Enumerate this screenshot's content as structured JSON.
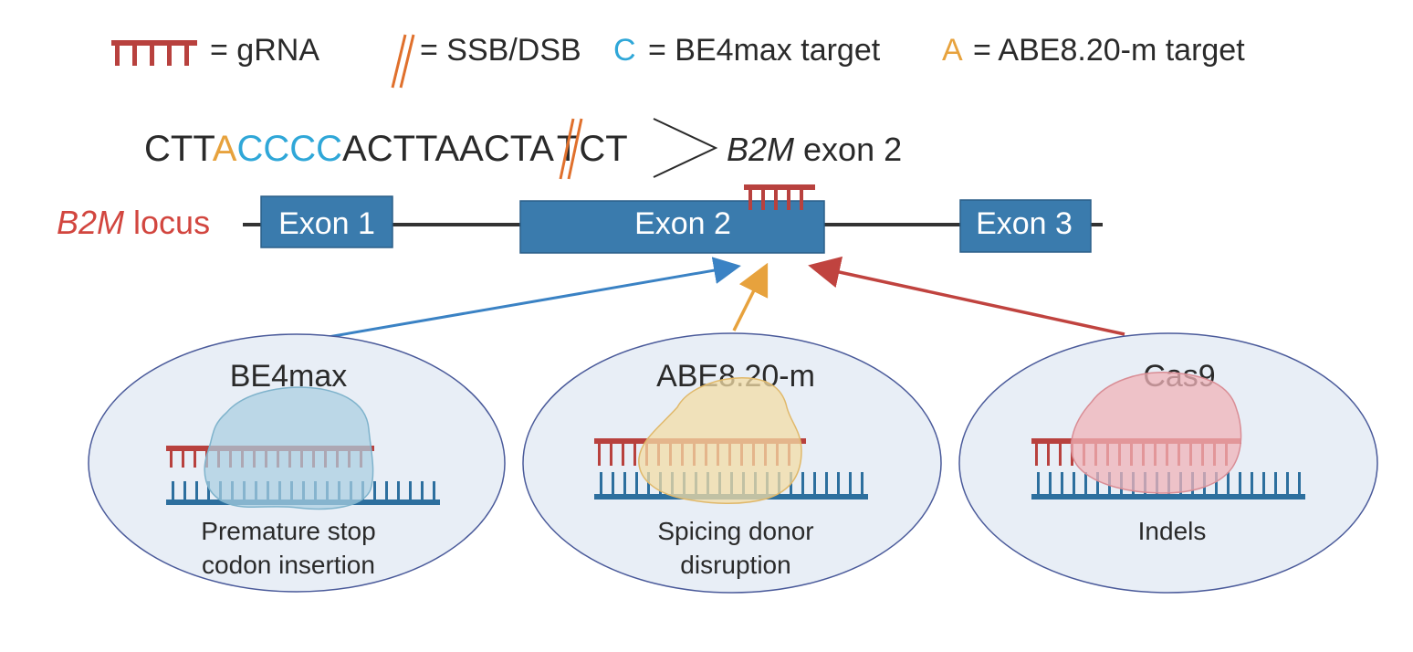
{
  "legend": {
    "grna_label": "= gRNA",
    "break_label": "= SSB/DSB",
    "c_symbol": "C",
    "c_label": "= BE4max target",
    "a_symbol": "A",
    "a_label": "= ABE8.20-m target"
  },
  "sequence": {
    "seg1": "CTT",
    "seg_a": "A",
    "seg_c": "CCCC",
    "seg2": "ACTTAACTA",
    "seg3": "TCT",
    "target_gene": "B2M",
    "target_exon": " exon 2"
  },
  "locus": {
    "gene": "B2M",
    "label": " locus",
    "exons": [
      "Exon 1",
      "Exon 2",
      "Exon 3"
    ]
  },
  "editors": [
    {
      "name": "BE4max",
      "effect_line1": "Premature stop",
      "effect_line2": "codon insertion"
    },
    {
      "name": "ABE8.20-m",
      "effect_line1": "Spicing donor",
      "effect_line2": "disruption"
    },
    {
      "name": "Cas9",
      "effect_line1": "Indels",
      "effect_line2": ""
    }
  ],
  "colors": {
    "grna": "#b8413e",
    "dna": "#2d6f9e",
    "exon": "#3a7bad",
    "break": "#e0702c",
    "c_target": "#2fa7d8",
    "a_target": "#e7a23d",
    "locus_label": "#d2463f",
    "be4max_blob": "#a9cfe0",
    "abe_blob": "#f3dca6",
    "cas9_blob": "#f0b3b8",
    "cell_fill": "#e8eef6",
    "cell_stroke": "#4a5a9a"
  }
}
